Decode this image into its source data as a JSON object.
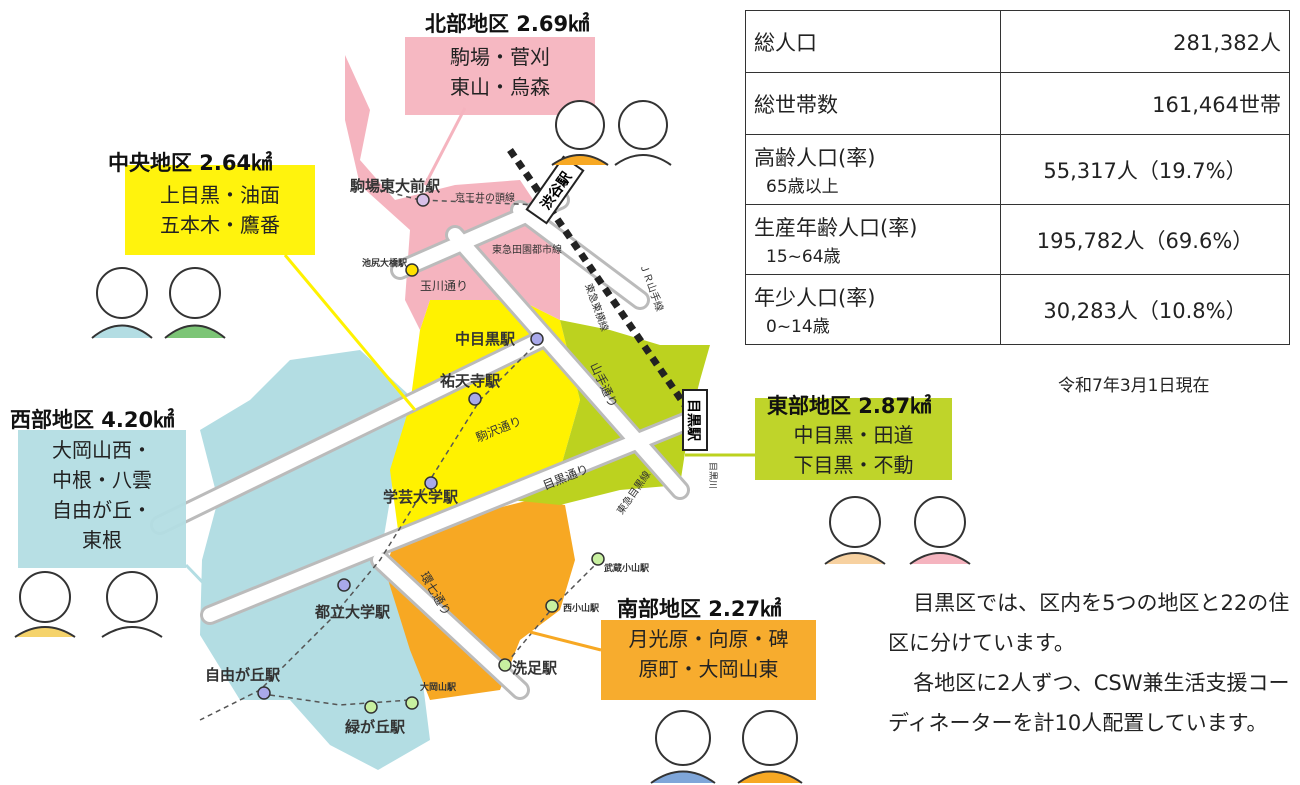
{
  "districts": {
    "north": {
      "title": "北部地区 2.69㎢",
      "areas": [
        "駒場・菅刈",
        "東山・烏森"
      ],
      "color": "#f5b4bf"
    },
    "central": {
      "title": "中央地区 2.64㎢",
      "areas": [
        "上目黒・油面",
        "五本木・鷹番"
      ],
      "color": "#fff200"
    },
    "west": {
      "title": "西部地区 4.20㎢",
      "areas": [
        "大岡山西・",
        "中根・八雲",
        "自由が丘・",
        "東根"
      ],
      "color": "#b3dde3"
    },
    "east": {
      "title": "東部地区 2.87㎢",
      "areas": [
        "中目黒・田道",
        "下目黒・不動"
      ],
      "color": "#bcd21f"
    },
    "south": {
      "title": "南部地区 2.27㎢",
      "areas": [
        "月光原・向原・碑",
        "原町・大岡山東"
      ],
      "color": "#f7a823"
    }
  },
  "stations": {
    "komaba": "駒場東大前駅",
    "ikejiri": "池尻大橋駅",
    "nakameguro": "中目黒駅",
    "yutenji": "祐天寺駅",
    "gakugei": "学芸大学駅",
    "toritsu": "都立大学駅",
    "jiyugaoka": "自由が丘駅",
    "midorigaoka": "緑が丘駅",
    "ookayama": "大岡山駅",
    "senzoku": "洗足駅",
    "nishikoyama": "西小山駅",
    "musashikoyama": "武蔵小山駅",
    "shibuya": "渋谷駅",
    "meguro": "目黒駅"
  },
  "lines": {
    "inokashira": "京王井の頭線",
    "denentoshi": "東急田園都市線",
    "toyoko": "東急東横線",
    "yamanote": "ＪＲ山手線",
    "meguro_line": "東急目黒線"
  },
  "roads": {
    "tamagawa": "玉川通り",
    "komazawa": "駒沢通り",
    "yamate": "山手通り",
    "meguro": "目黒通り",
    "kannana": "環七通り",
    "meguro_river": "目黒川"
  },
  "stats": {
    "rows": [
      {
        "label": "総人口",
        "sub": "",
        "value": "281,382人"
      },
      {
        "label": "総世帯数",
        "sub": "",
        "value": "161,464世帯"
      },
      {
        "label": "高齢人口(率)",
        "sub": "65歳以上",
        "value": "55,317人（19.7%）"
      },
      {
        "label": "生産年齢人口(率)",
        "sub": "15~64歳",
        "value": "195,782人（69.6%）"
      },
      {
        "label": "年少人口(率)",
        "sub": "0~14歳",
        "value": "30,283人（10.8%）"
      }
    ],
    "as_of": "令和7年3月1日現在"
  },
  "description": [
    "目黒区では、区内を5つの地区と22の住区に分けています。",
    "各地区に2人ずつ、CSW兼生活支援コーディネーターを計10人配置しています。"
  ]
}
